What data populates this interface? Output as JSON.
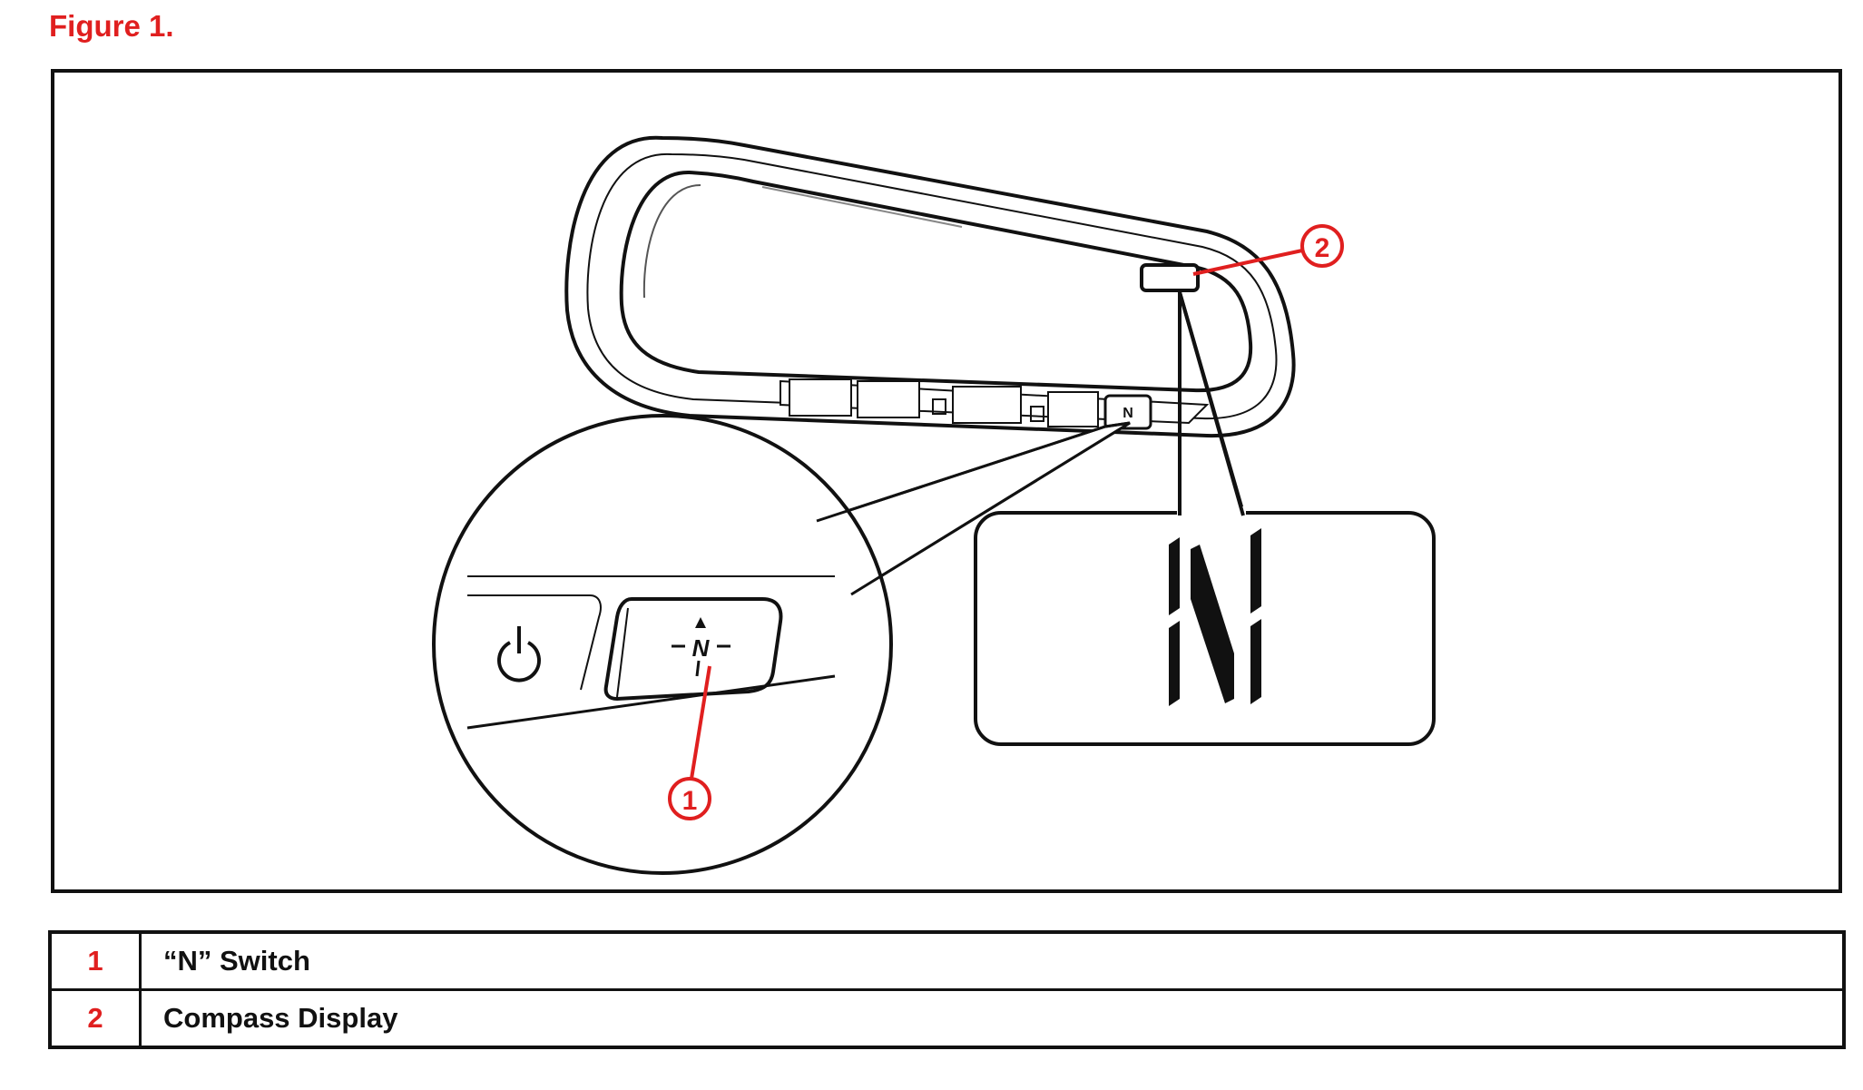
{
  "figure": {
    "title": "Figure 1.",
    "callout_1": "1",
    "callout_2": "2",
    "switch_label": "N",
    "display_letter": "N",
    "accent_color": "#e01f1f"
  },
  "legend": {
    "rows": [
      {
        "num": "1",
        "label": "“N” Switch"
      },
      {
        "num": "2",
        "label": "Compass Display"
      }
    ]
  }
}
